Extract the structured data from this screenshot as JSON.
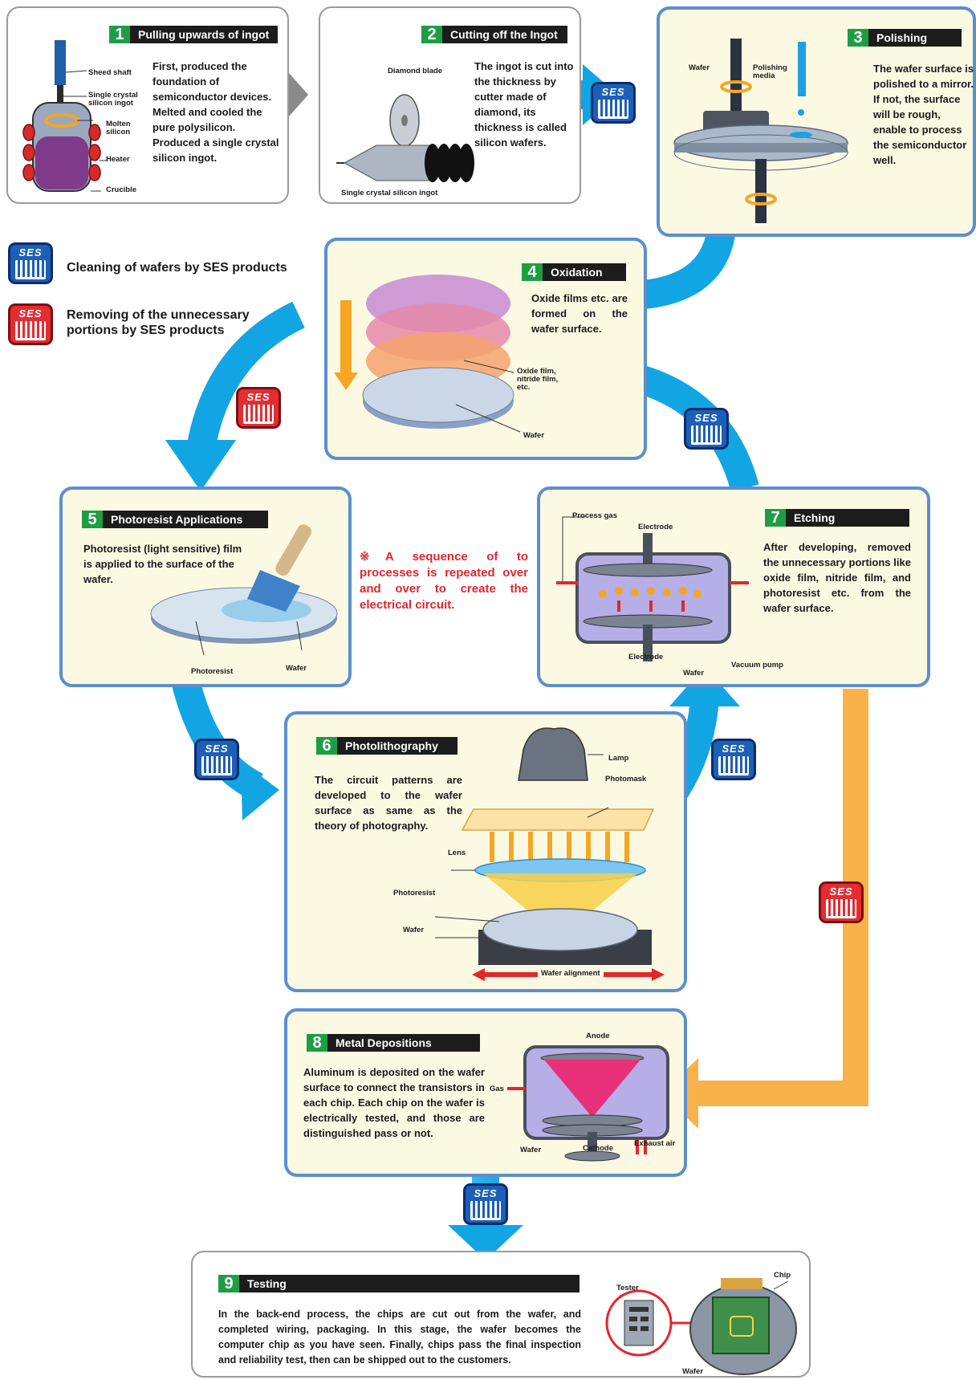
{
  "legend": {
    "blue_badge": "Cleaning of wafers by SES products",
    "red_badge": "Removing of the unnecessary portions by SES products",
    "badge_text": "SES"
  },
  "note": "※A sequence of  to processes is repeated over and over to create the electrical circuit.",
  "steps": [
    {
      "number": "1",
      "title": "Pulling upwards of ingot",
      "description": "First, produced the foundation of semiconductor devices. Melted and cooled the pure polysilicon. Produced a single crystal silicon ingot.",
      "labels": [
        "Sheed shaft",
        "Single crystal silicon ingot",
        "Molten silicon",
        "Heater",
        "Crucible"
      ]
    },
    {
      "number": "2",
      "title": "Cutting off the Ingot",
      "description": "The ingot is cut into the thickness by cutter made of diamond, its thickness is called silicon wafers.",
      "labels": [
        "Diamond blade",
        "Single crystal silicon ingot"
      ]
    },
    {
      "number": "3",
      "title": "Polishing",
      "description": "The wafer surface is polished to a mirror. If not, the surface will be rough, enable to process the semiconductor well.",
      "labels": [
        "Wafer",
        "Polishing media"
      ]
    },
    {
      "number": "4",
      "title": "Oxidation",
      "description": "Oxide films etc. are formed on the wafer surface.",
      "labels": [
        "Oxide film, nitride film, etc.",
        "Wafer"
      ]
    },
    {
      "number": "5",
      "title": "Photoresist Applications",
      "description": "Photoresist (light sensitive) film is applied to the surface of the wafer.",
      "labels": [
        "Photoresist",
        "Wafer"
      ]
    },
    {
      "number": "6",
      "title": "Photolithography",
      "description": "The circuit patterns are developed to the wafer surface as same as the theory of photography.",
      "labels": [
        "Lamp",
        "Photomask",
        "Lens",
        "Photoresist",
        "Wafer",
        "Wafer alignment"
      ]
    },
    {
      "number": "7",
      "title": "Etching",
      "description": "After developing, removed the unnecessary portions like oxide film, nitride film, and photoresist etc. from the wafer surface.",
      "labels": [
        "Process gas",
        "Electrode",
        "Electrode",
        "Wafer",
        "Vacuum pump"
      ]
    },
    {
      "number": "8",
      "title": "Metal Depositions",
      "description": "Aluminum is deposited on the wafer surface to connect the transistors in each chip. Each chip on the wafer is electrically tested, and those are distinguished pass or not.",
      "labels": [
        "Anode",
        "Gas",
        "Wafer",
        "Cathode",
        "Exhaust air"
      ]
    },
    {
      "number": "9",
      "title": "Testing",
      "description": "In the back-end process, the chips are cut out from the wafer, and completed wiring, packaging. In this stage, the wafer becomes the computer chip as you have seen. Finally, chips pass the final inspection and reliability test, then can be shipped out to the customers.",
      "labels": [
        "Tester",
        "Chip",
        "Wafer"
      ]
    }
  ],
  "colors": {
    "cleaning_badge": "#1c5fb6",
    "removing_badge": "#e32d33",
    "flow_arrow_blue": "#12a5e4",
    "flow_arrow_orange": "#f9b24a",
    "flow_arrow_gray": "#8a8a8a",
    "step_number": "#1f9d45",
    "panel_border": "#5b8fcf",
    "panel_fill": "#fcf9e3",
    "note_text": "#e3262c"
  }
}
